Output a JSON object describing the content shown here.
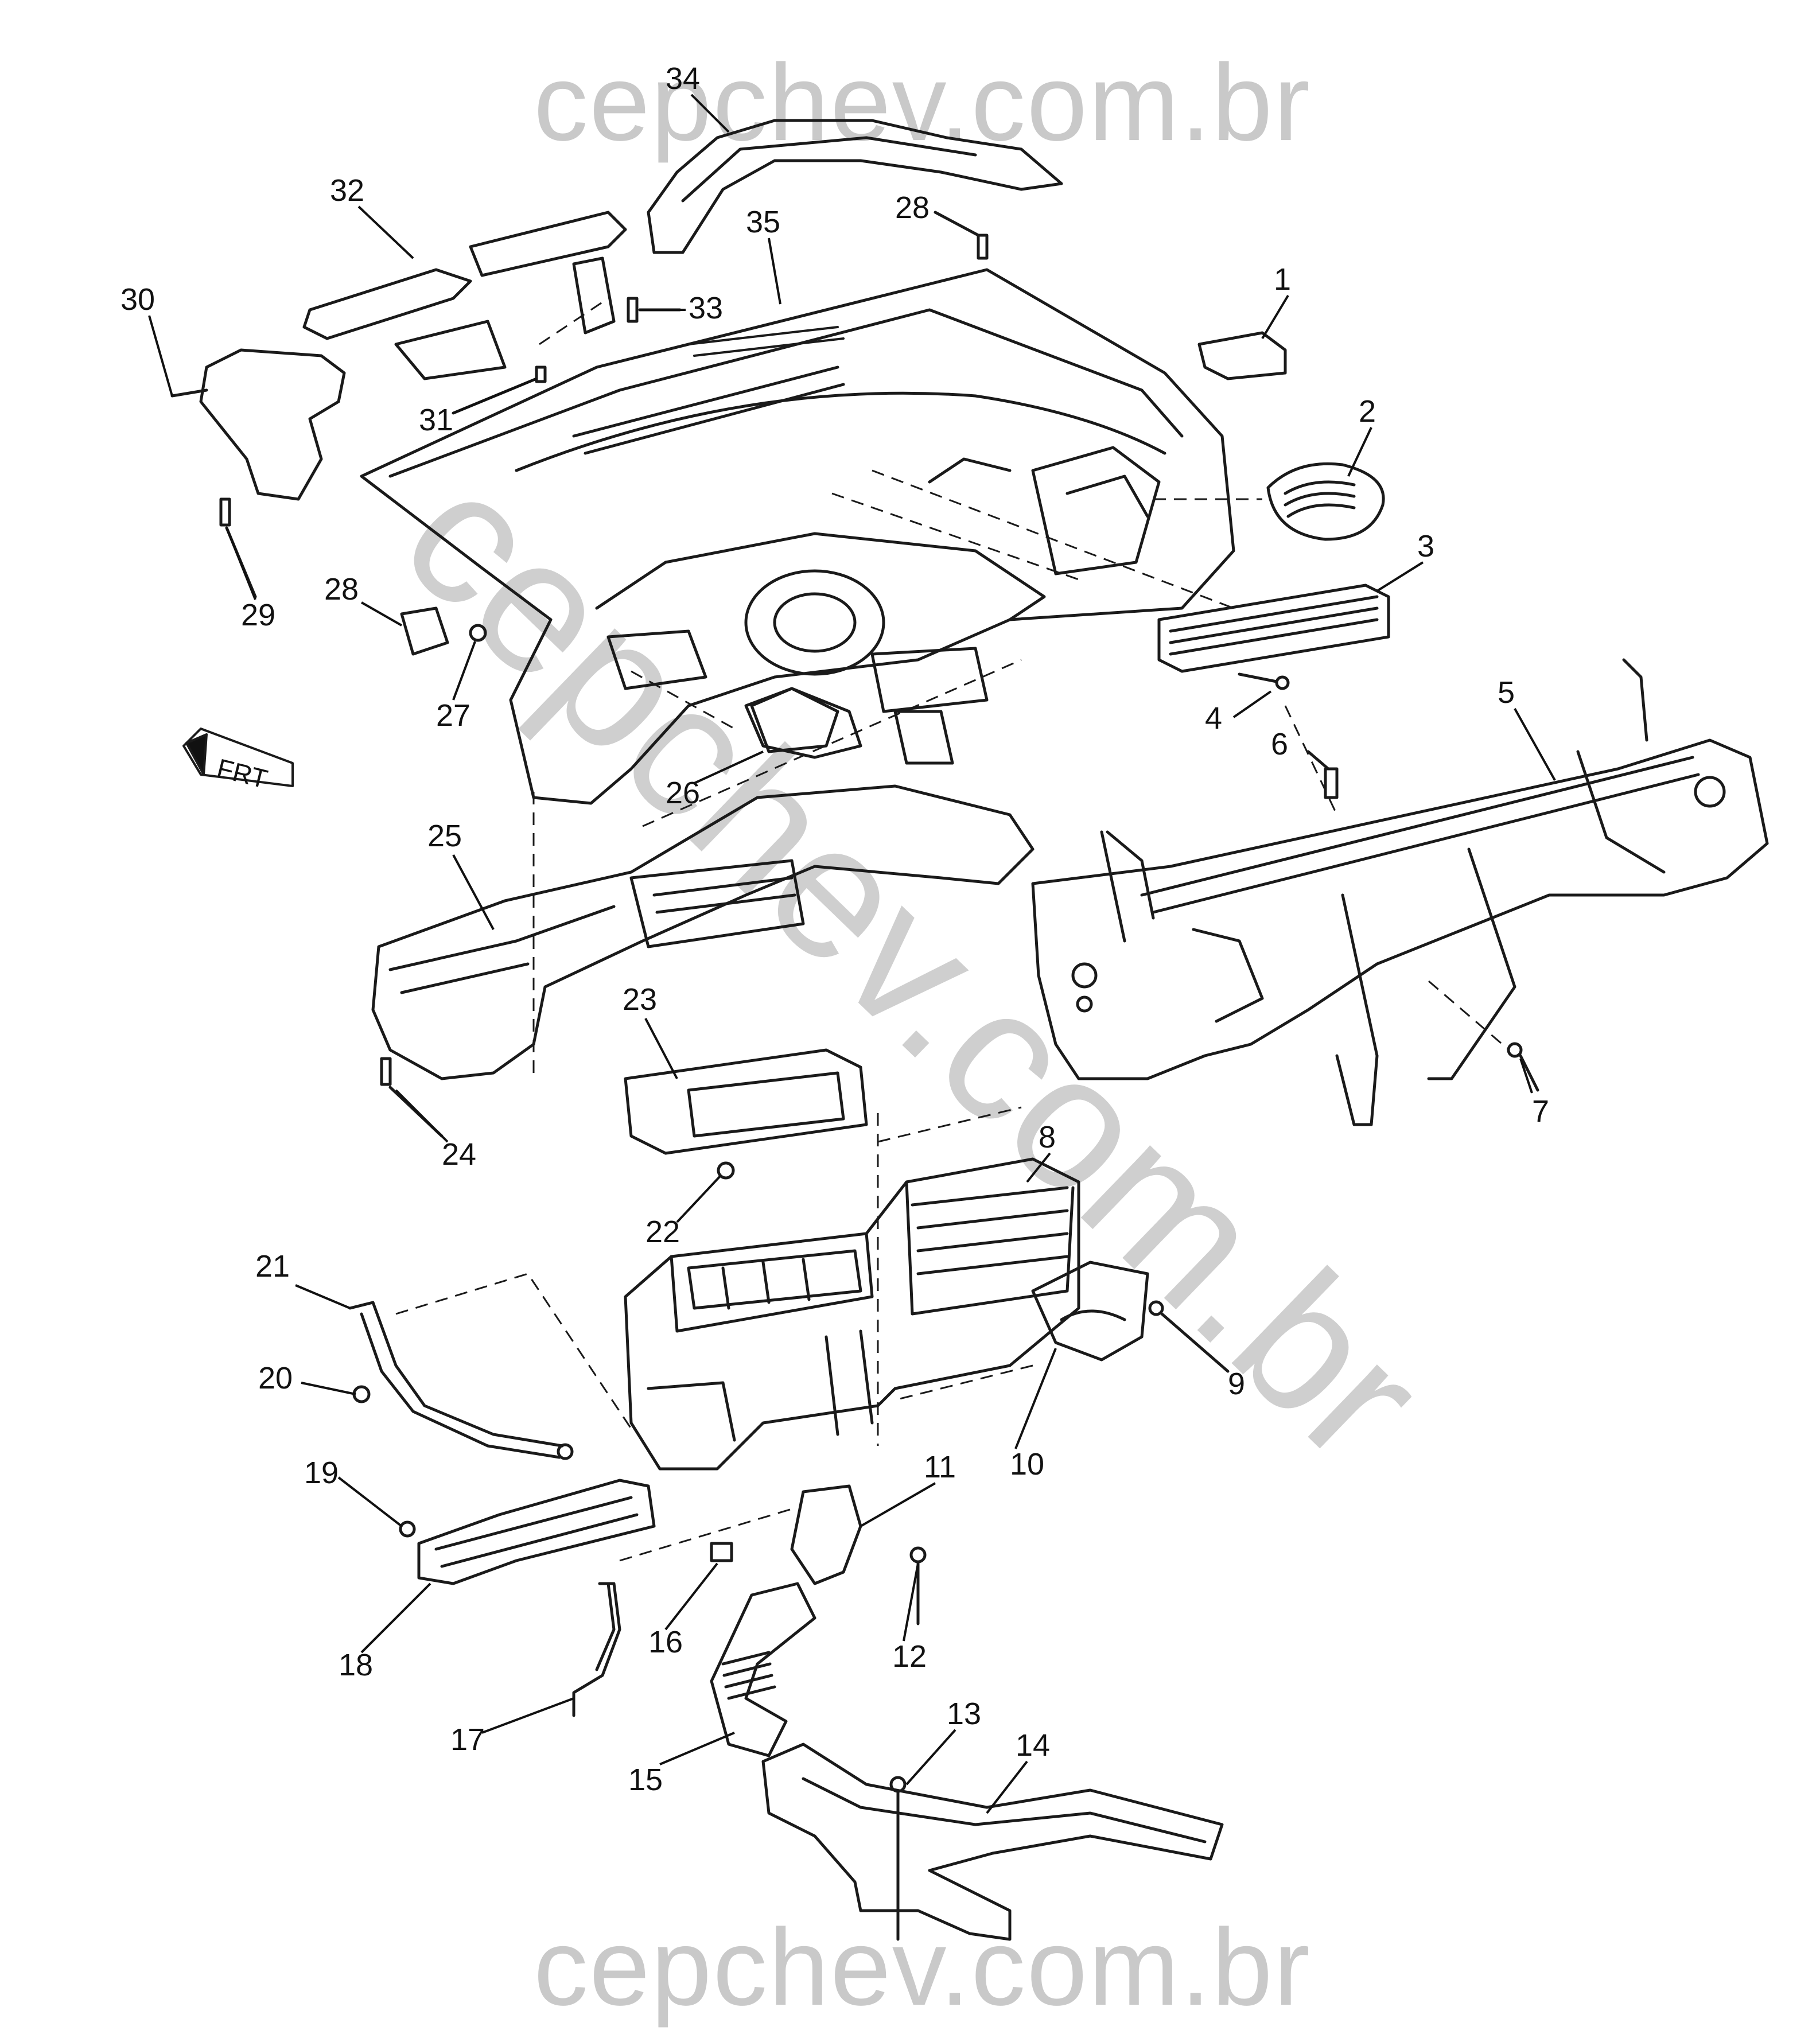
{
  "watermark": {
    "top": "cepchev.com.br",
    "bottom": "cepchev.com.br",
    "diagonal": "cepchev.com.br"
  },
  "orientation": {
    "label": "FRT"
  },
  "callouts": [
    "1",
    "2",
    "3",
    "4",
    "5",
    "6",
    "7",
    "8",
    "9",
    "10",
    "11",
    "12",
    "13",
    "14",
    "15",
    "16",
    "17",
    "18",
    "19",
    "20",
    "21",
    "22",
    "23",
    "24",
    "25",
    "26",
    "27",
    "28",
    "28",
    "29",
    "30",
    "31",
    "32",
    "33",
    "34",
    "35"
  ],
  "colors": {
    "line": "#1a1a1a",
    "watermark": "#c9c9c9",
    "background": "#ffffff"
  }
}
